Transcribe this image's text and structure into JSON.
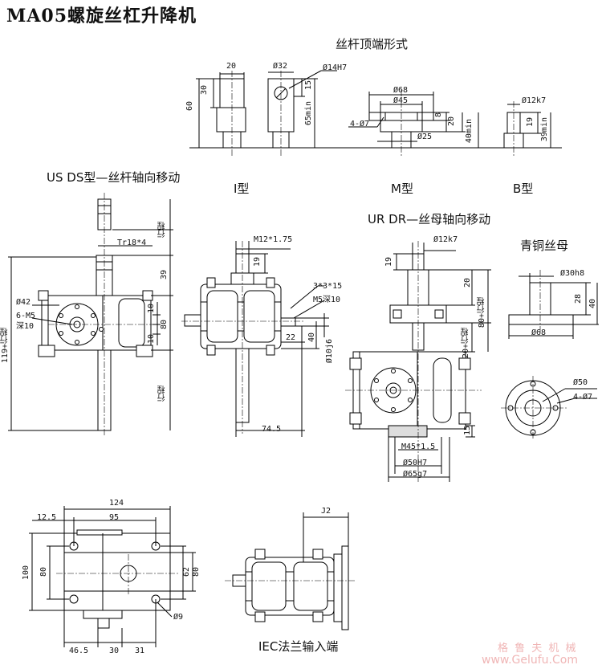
{
  "title": "MA05螺旋丝杠升降机",
  "sections": {
    "top_style": "丝杆顶端形式",
    "type_i": "I型",
    "type_m": "M型",
    "type_b": "B型",
    "us_ds": "US  DS型—丝杆轴向移动",
    "ur_dr": "UR DR—丝母轴向移动",
    "bronze_nut": "青铜丝母",
    "iec": "IEC法兰输入端"
  },
  "dims": {
    "i_20": "20",
    "i_30": "30",
    "i_60": "60",
    "i_32": "Ø32",
    "i_14h7": "Ø14H7",
    "i_15": "15",
    "i_65min": "65min",
    "m_68": "Ø68",
    "m_45": "Ø45",
    "m_4_07": "4-Ø7",
    "m_8": "8",
    "m_20": "20",
    "m_40min": "40min",
    "m_25": "Ø25",
    "b_12k7": "Ø12k7",
    "b_19": "19",
    "b_39min": "39min",
    "us_tr": "Tr18*4",
    "us_stroke": "行程",
    "us_42": "Ø42",
    "us_6m5": "6-M5",
    "us_deep10": "深10",
    "us_119": "119+行程",
    "us_39": "39",
    "us_10a": "10",
    "us_10b": "10",
    "us_80": "80",
    "us_stroke2": "行程",
    "s_m12": "M12*1.75",
    "s_19": "19",
    "s_3315": "3*3*15",
    "s_m5": "M5深10",
    "s_22": "22",
    "s_40": "40",
    "s_10j6": "Ø10j6",
    "s_745": "74.5",
    "ur_12k7": "Ø12k7",
    "ur_19": "19",
    "ur_20": "20",
    "ur_80": "80+行程",
    "ur_20s": "20+行程",
    "ur_15": "15",
    "ur_m45": "M45*1.5",
    "ur_50h7": "Ø50H7",
    "ur_65g7": "Ø65g7",
    "n_30h8": "Ø30h8",
    "n_28": "28",
    "n_40": "40",
    "n_68": "Ø68",
    "n_50": "Ø50",
    "n_4_07": "4-Ø7",
    "p_124": "124",
    "p_125": "12.5",
    "p_95": "95",
    "p_100": "100",
    "p_80": "80",
    "p_62": "62",
    "p_465": "46.5",
    "p_30": "30",
    "p_31": "31",
    "p_9": "Ø9",
    "iec_j2": "J2"
  },
  "watermark": {
    "cn": "格 鲁 夫 机 械",
    "url": "www.Gelufu.Com"
  }
}
